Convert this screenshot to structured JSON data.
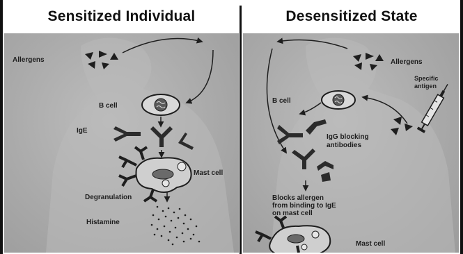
{
  "headers": {
    "left": "Sensitized  Individual",
    "right": "Desensitized State"
  },
  "left_panel": {
    "allergens": "Allergens",
    "b_cell": "B cell",
    "ige": "IgE",
    "mast_cell": "Mast cell",
    "degranulation": "Degranulation",
    "histamine": "Histamine"
  },
  "right_panel": {
    "allergens": "Allergens",
    "specific_antigen_line1": "Specific",
    "specific_antigen_line2": "antigen",
    "b_cell": "B cell",
    "igg_line1": "IgG blocking",
    "igg_line2": "antibodies",
    "blocks_line1": "Blocks allergen",
    "blocks_line2": "from binding to IgE",
    "blocks_line3": "on mast cell",
    "mast_cell": "Mast cell"
  },
  "colors": {
    "ink": "#1e1e1e",
    "panel_bg": "#a9a9a9",
    "antibody_dark": "#2b2b2b",
    "border": "#111111"
  }
}
